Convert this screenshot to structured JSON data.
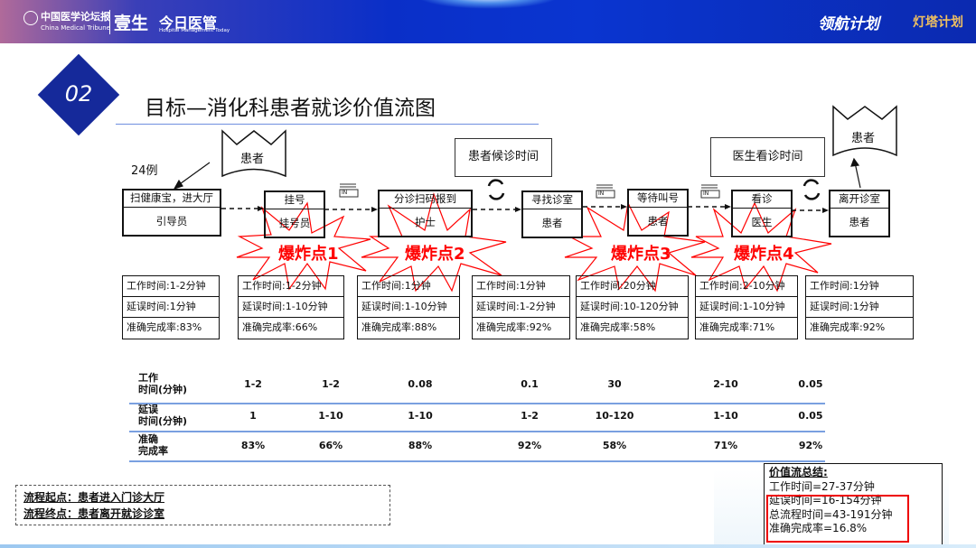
{
  "header": {
    "logo1_cn": "中国医学论坛报",
    "logo1_en": "China Medical Tribune",
    "logo2": "壹生",
    "logo3_cn": "今日医管",
    "logo3_en": "Hospital Management Today",
    "logo4": "领航计划",
    "logo5": "灯塔计划"
  },
  "section_number": "02",
  "title": "目标—消化科患者就诊价值流图",
  "case_count": "24例",
  "patient_label": "患者",
  "wait_box": "患者候诊时间",
  "doctor_box": "医生看诊时间",
  "in_label": "IN",
  "steps": [
    {
      "name": "扫健康宝，进大厅",
      "role": "引导员",
      "work": "工作时间:1-2分钟",
      "delay": "延误时间:1分钟",
      "rate": "准确完成率:83%"
    },
    {
      "name": "挂号",
      "role": "挂号员",
      "work": "工作时间:1-2分钟",
      "delay": "延误时间:1-10分钟",
      "rate": "准确完成率:66%"
    },
    {
      "name": "分诊扫码报到",
      "role": "护士",
      "work": "工作时间:1分钟",
      "delay": "延误时间:1-10分钟",
      "rate": "准确完成率:88%"
    },
    {
      "name": "寻找诊室",
      "role": "患者",
      "work": "工作时间:1分钟",
      "delay": "延误时间:1-2分钟",
      "rate": "准确完成率:92%"
    },
    {
      "name": "等待叫号",
      "role": "患者",
      "work": "工作时间:20分钟",
      "delay": "延误时间:10-120分钟",
      "rate": "准确完成率:58%"
    },
    {
      "name": "看诊",
      "role": "医生",
      "work": "工作时间:2-10分钟",
      "delay": "延误时间:1-10分钟",
      "rate": "准确完成率:71%"
    },
    {
      "name": "离开诊室",
      "role": "患者",
      "work": "工作时间:1分钟",
      "delay": "延误时间:1分钟",
      "rate": "准确完成率:92%"
    }
  ],
  "explosions": [
    "爆炸点1",
    "爆炸点2",
    "爆炸点3",
    "爆炸点4"
  ],
  "table": {
    "rows": [
      {
        "label1": "工作",
        "label2": "时间(分钟)",
        "values": [
          "1-2",
          "1-2",
          "0.08",
          "0.1",
          "30",
          "2-10",
          "0.05"
        ]
      },
      {
        "label1": "延误",
        "label2": "时间(分钟)",
        "values": [
          "1",
          "1-10",
          "1-10",
          "1-2",
          "10-120",
          "1-10",
          "0.05"
        ]
      },
      {
        "label1": "准确",
        "label2": "完成率",
        "values": [
          "83%",
          "66%",
          "88%",
          "92%",
          "58%",
          "71%",
          "92%"
        ]
      }
    ]
  },
  "flow": {
    "start": "流程起点：患者进入门诊大厅",
    "end": "流程终点：患者离开就诊诊室"
  },
  "summary": {
    "title": "价值流总结:",
    "work": "工作时间=27-37分钟",
    "delay": "延误时间=16-154分钟",
    "total": "总流程时间=43-191分钟",
    "rate": "准确完成率=16.8%"
  },
  "colors": {
    "header_blue": "#0a2fc8",
    "diamond": "#15299a",
    "alert_red": "#ff0000"
  }
}
